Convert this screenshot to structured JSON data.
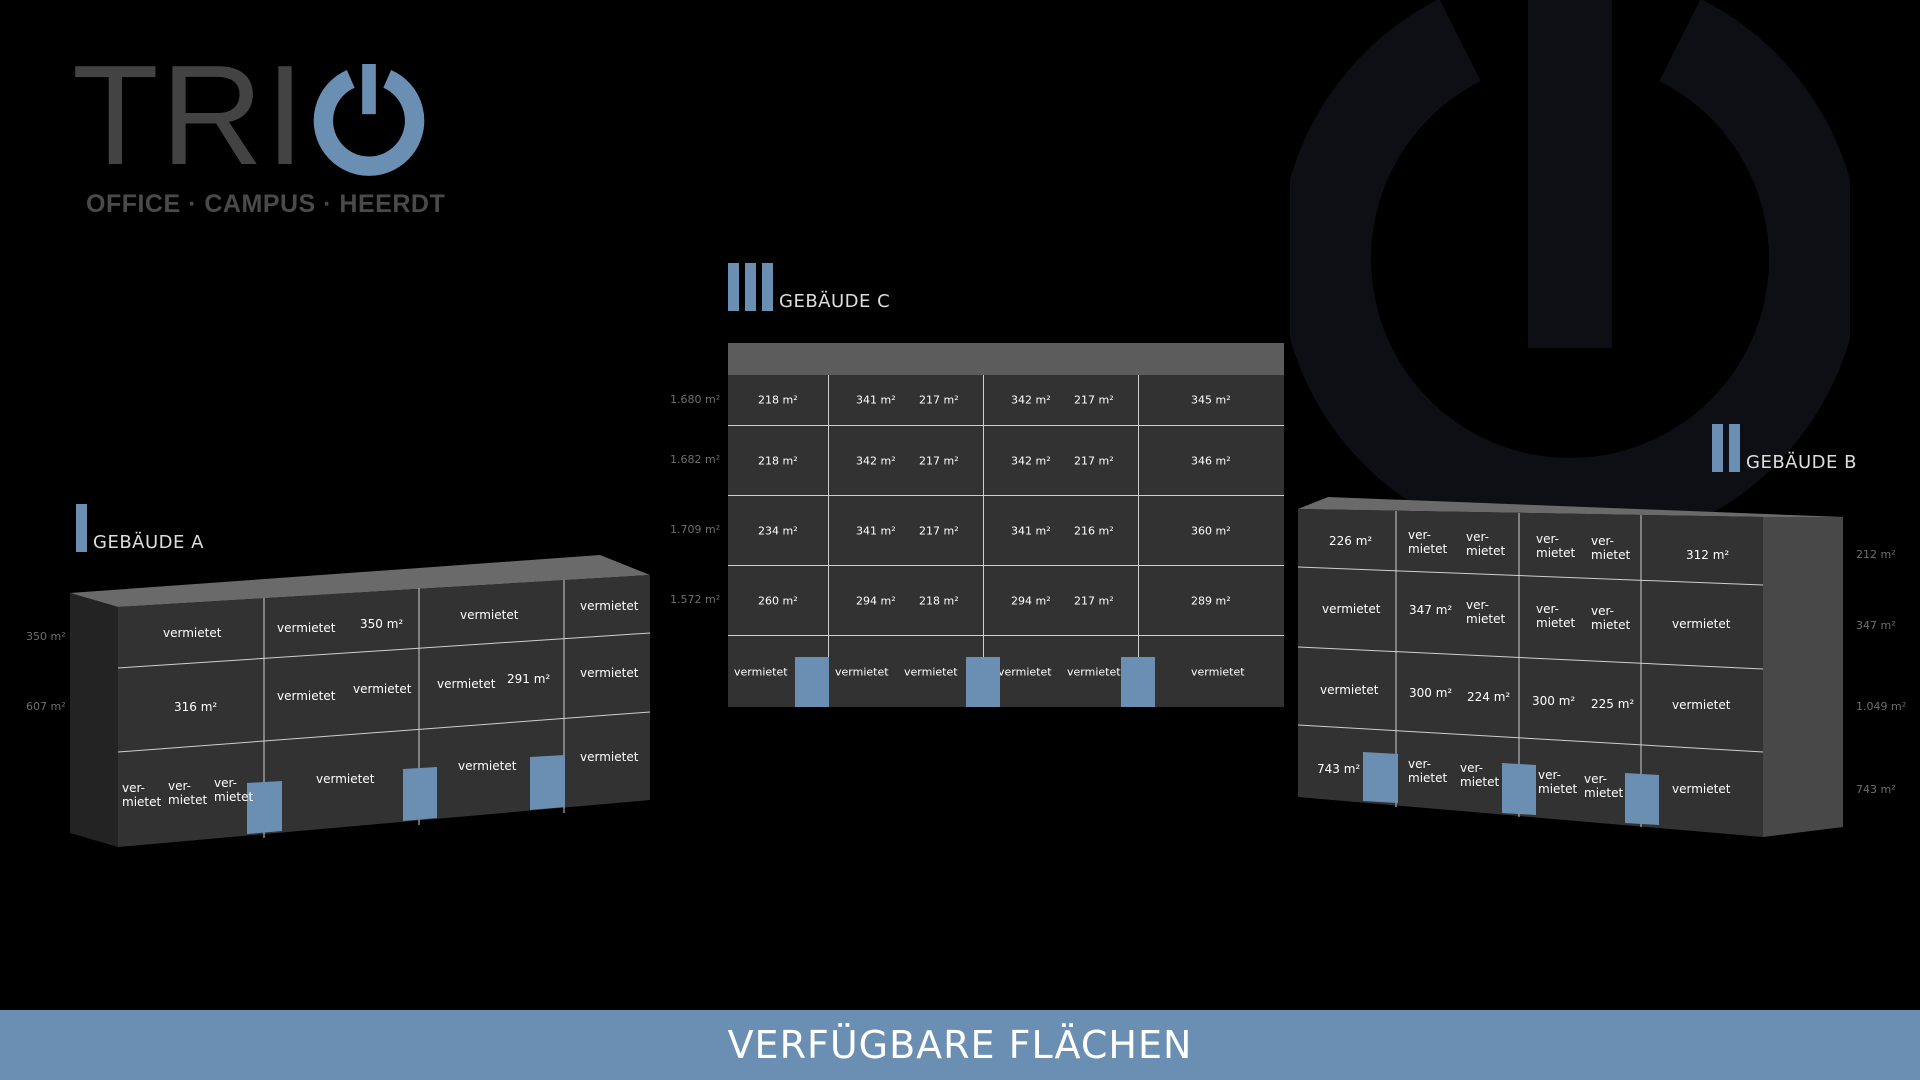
{
  "logo": {
    "word": "TRI",
    "subtitle": "OFFICE · CAMPUS · HEERDT",
    "accent": "#6b8fb3"
  },
  "footer": {
    "title": "VERFÜGBARE FLÄCHEN"
  },
  "colors": {
    "accent": "#6b8fb3",
    "facade": "#323232",
    "roof": "#5c5c5c",
    "background": "#000000"
  },
  "building_a": {
    "title": "GEBÄUDE A",
    "floor_labels": [
      "350 m²",
      "607 m²"
    ],
    "cells": {
      "r1": [
        "vermietet",
        "vermietet",
        "350 m²",
        "vermietet",
        "vermietet"
      ],
      "r2": [
        "316 m²",
        "vermietet",
        "vermietet",
        "vermietet",
        "291 m²",
        "vermietet"
      ],
      "r3": [
        "ver-\nmietet",
        "ver-\nmietet",
        "ver-\nmietet",
        "vermietet",
        "vermietet",
        "vermietet"
      ]
    }
  },
  "building_c": {
    "title": "GEBÄUDE C",
    "floor_labels": [
      "1.680 m²",
      "1.682 m²",
      "1.709 m²",
      "1.572 m²"
    ],
    "rows": [
      [
        "218 m²",
        "341 m²",
        "217 m²",
        "342 m²",
        "217 m²",
        "345 m²"
      ],
      [
        "218 m²",
        "342 m²",
        "217 m²",
        "342 m²",
        "217 m²",
        "346 m²"
      ],
      [
        "234 m²",
        "341 m²",
        "217 m²",
        "341 m²",
        "216 m²",
        "360 m²"
      ],
      [
        "260 m²",
        "294 m²",
        "218 m²",
        "294 m²",
        "217 m²",
        "289 m²"
      ]
    ],
    "ground": [
      "vermietet",
      "vermietet",
      "vermietet",
      "vermietet",
      "vermietet",
      "vermietet"
    ]
  },
  "building_b": {
    "title": "GEBÄUDE B",
    "floor_labels": [
      "212 m²",
      "347 m²",
      "1.049 m²",
      "743 m²"
    ],
    "cells": {
      "r1": [
        "226 m²",
        "ver-\nmietet",
        "ver-\nmietet",
        "ver-\nmietet",
        "ver-\nmietet",
        "312 m²"
      ],
      "r2": [
        "vermietet",
        "347 m²",
        "ver-\nmietet",
        "ver-\nmietet",
        "ver-\nmietet",
        "vermietet"
      ],
      "r3": [
        "vermietet",
        "300 m²",
        "224 m²",
        "300 m²",
        "225 m²",
        "vermietet"
      ],
      "r4": [
        "743 m²",
        "ver-\nmietet",
        "ver-\nmietet",
        "ver-\nmietet",
        "ver-\nmietet",
        "vermietet"
      ]
    }
  }
}
